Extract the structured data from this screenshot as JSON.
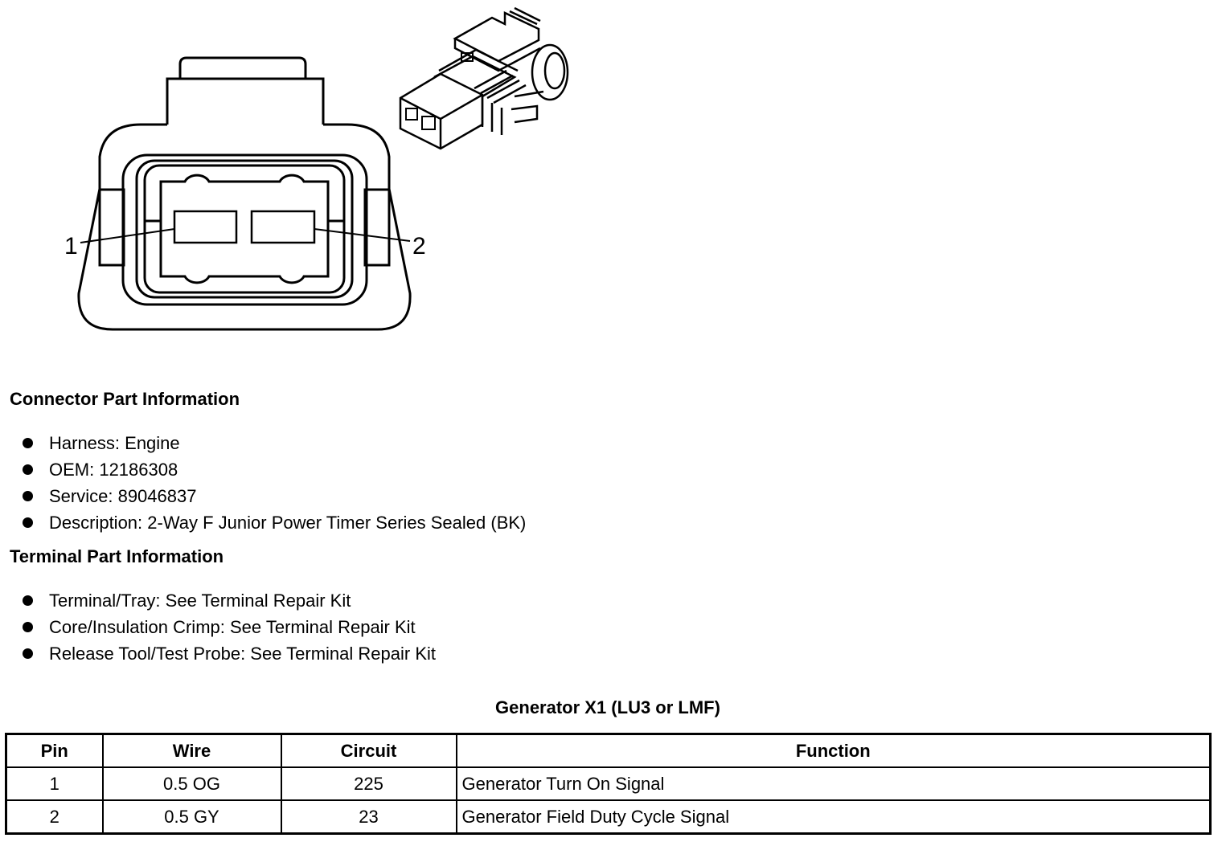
{
  "diagram": {
    "pin_labels": [
      "1",
      "2"
    ]
  },
  "connector_section": {
    "title": "Connector Part Information",
    "items": [
      "Harness: Engine",
      "OEM: 12186308",
      "Service: 89046837",
      "Description: 2-Way F Junior Power Timer Series Sealed (BK)"
    ]
  },
  "terminal_section": {
    "title": "Terminal Part Information",
    "items": [
      "Terminal/Tray: See Terminal Repair Kit",
      "Core/Insulation Crimp: See Terminal Repair Kit",
      "Release Tool/Test Probe: See Terminal Repair Kit"
    ]
  },
  "pin_table": {
    "title": "Generator X1 (LU3 or LMF)",
    "headers": [
      "Pin",
      "Wire",
      "Circuit",
      "Function"
    ],
    "rows": [
      [
        "1",
        "0.5 OG",
        "225",
        "Generator Turn On Signal"
      ],
      [
        "2",
        "0.5 GY",
        "23",
        "Generator Field Duty Cycle Signal"
      ]
    ]
  }
}
